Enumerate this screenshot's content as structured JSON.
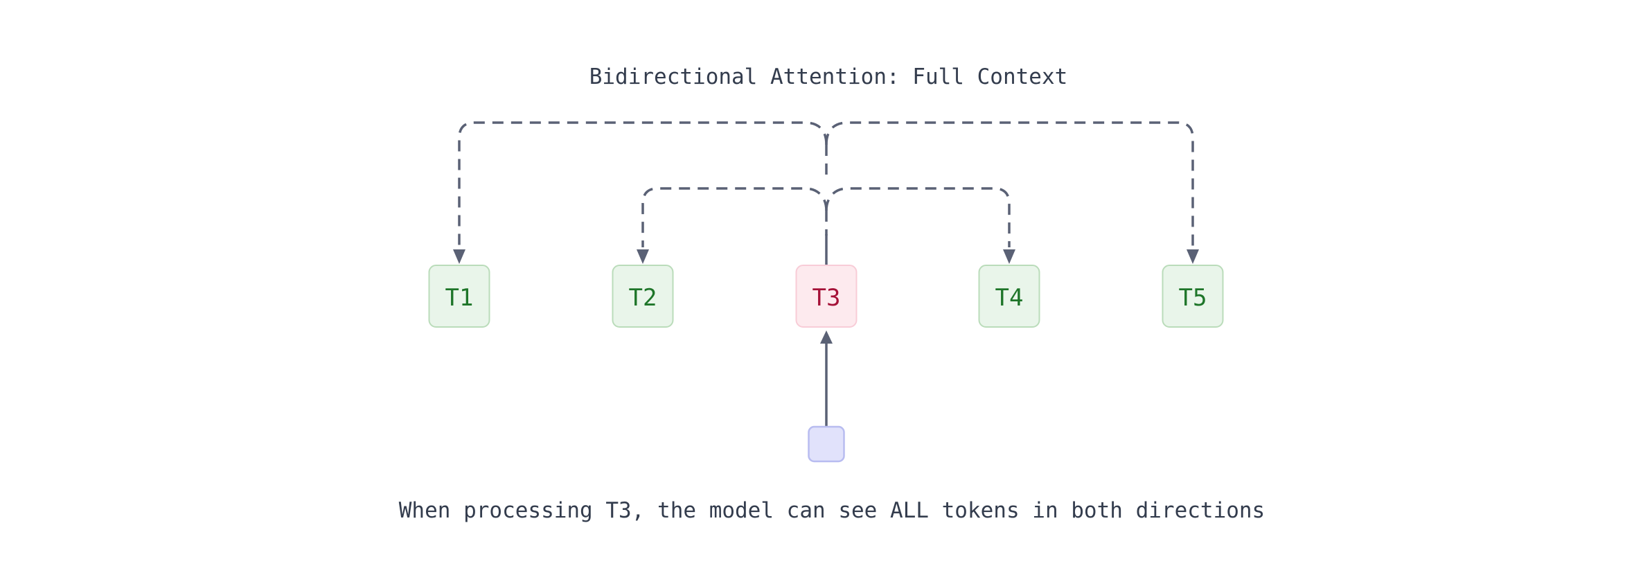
{
  "title": "Bidirectional Attention: Full Context",
  "caption": "When processing T3, the model can see ALL tokens in both directions",
  "tokens": [
    {
      "label": "T1",
      "role": "context"
    },
    {
      "label": "T2",
      "role": "context"
    },
    {
      "label": "T3",
      "role": "current"
    },
    {
      "label": "T4",
      "role": "context"
    },
    {
      "label": "T5",
      "role": "context"
    }
  ],
  "colors": {
    "background": "#ffffff",
    "text": "#333c4d",
    "line": "#5a6175",
    "token-fill": "#e9f5ea",
    "token-border": "#badcba",
    "token-label": "#1e7529",
    "current-fill": "#fdeaee",
    "current-border": "#f8ccd7",
    "current-label": "#a51238",
    "query-fill": "#e1e2fb",
    "query-border": "#b8bcf0"
  }
}
